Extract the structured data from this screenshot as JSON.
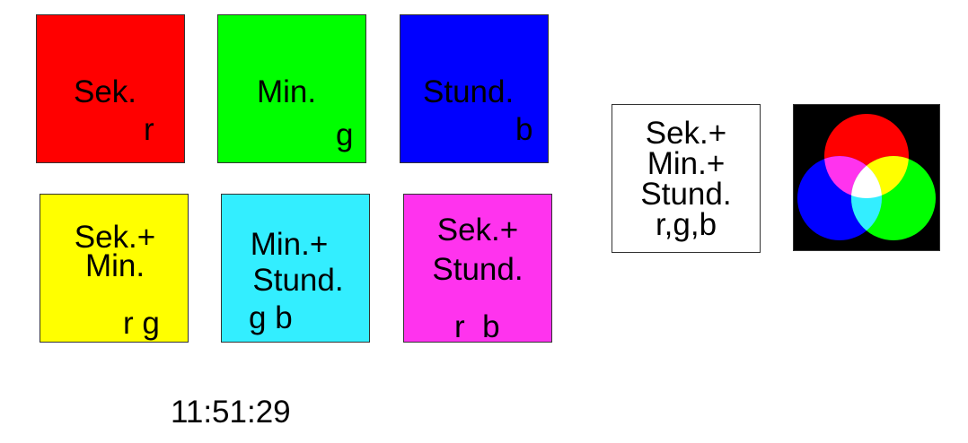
{
  "colors": {
    "red": "#ff0000",
    "green": "#00ff00",
    "blue": "#0000ff",
    "yellow": "#ffff00",
    "cyan": "#33eeff",
    "magenta": "#ff33ee",
    "white": "#ffffff",
    "black": "#000000"
  },
  "boxes": {
    "sek": {
      "label": "Sek.",
      "channel": "r"
    },
    "min": {
      "label": "Min.",
      "channel": "g"
    },
    "stund": {
      "label": "Stund.",
      "channel": "b"
    },
    "sek_min": {
      "line1": "Sek.+",
      "line2": "Min.",
      "channel": "r g"
    },
    "min_stund": {
      "line1": "Min.+",
      "line2": "Stund.",
      "channel": "g b"
    },
    "sek_stund": {
      "line1": "Sek.+",
      "line2": "Stund.",
      "channel": "r  b"
    },
    "all": {
      "line1": "Sek.+",
      "line2": "Min.+",
      "line3": "Stund.",
      "channel": "r,g,b"
    }
  },
  "venn": {
    "circles": [
      "red",
      "green",
      "blue"
    ],
    "overlaps": [
      "yellow",
      "cyan",
      "magenta",
      "white"
    ]
  },
  "clock": {
    "time": "11:51:29"
  }
}
